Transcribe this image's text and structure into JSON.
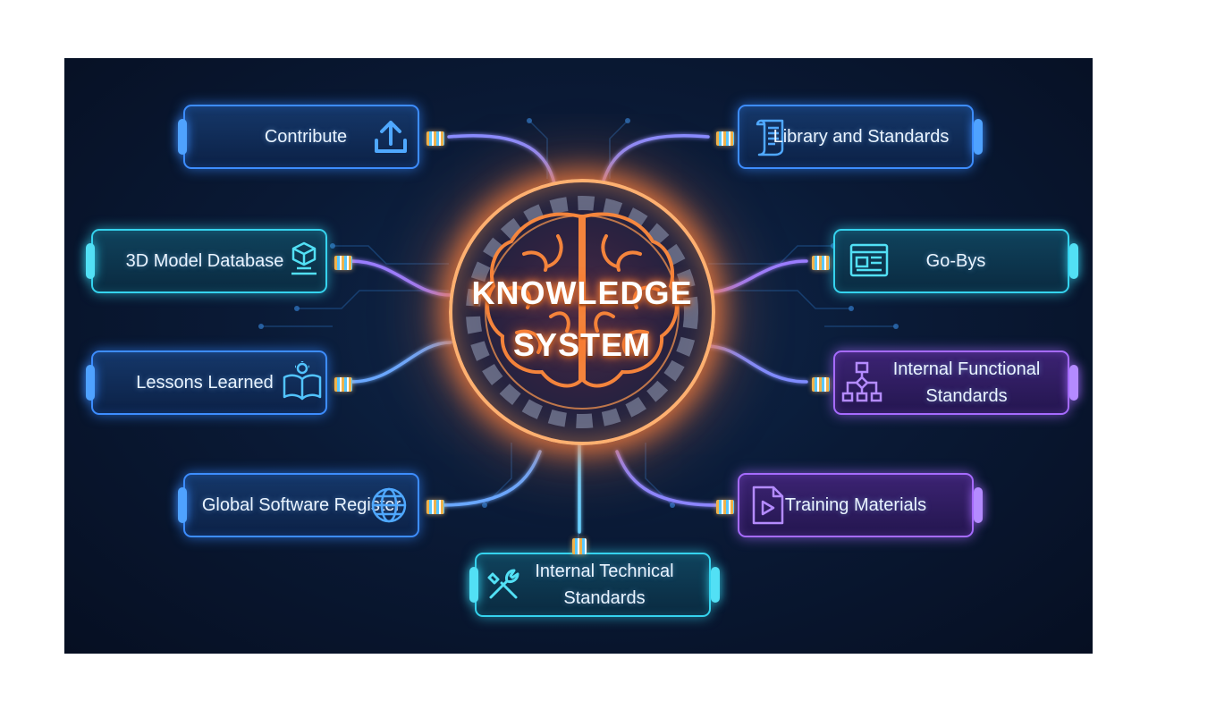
{
  "hub": {
    "title_line1": "KNOWLEDGE",
    "title_line2": "SYSTEM",
    "icon": "brain-gear-icon"
  },
  "modules": {
    "contribute": {
      "label": "Contribute",
      "icon": "upload-icon",
      "color": "#3d8dff"
    },
    "library": {
      "label": "Library and Standards",
      "icon": "scroll-icon",
      "color": "#3d8dff"
    },
    "model_db": {
      "label": "3D Model Database",
      "icon": "cube-hologram-icon",
      "color": "#35d3ee"
    },
    "go_bys": {
      "label": "Go-Bys",
      "icon": "browser-window-icon",
      "color": "#35d3ee"
    },
    "lessons": {
      "label": "Lessons Learned",
      "icon": "open-book-lightbulb-icon",
      "color": "#3d8dff"
    },
    "functional": {
      "label_line1": "Internal Functional",
      "label_line2": "Standards",
      "icon": "flowchart-icon",
      "color": "#a66bff"
    },
    "software": {
      "label": "Global Software Register",
      "icon": "globe-icon",
      "color": "#3d8dff"
    },
    "training": {
      "label": "Training Materials",
      "icon": "video-file-icon",
      "color": "#a66bff"
    },
    "technical": {
      "label_line1": "Internal Technical",
      "label_line2": "Standards",
      "icon": "wrench-screwdriver-icon",
      "color": "#35d3ee"
    }
  },
  "colors": {
    "background": "#0a1a36",
    "hub_glow": "#ff8a40",
    "blue": "#3d8dff",
    "cyan": "#35d3ee",
    "purple": "#a66bff"
  }
}
